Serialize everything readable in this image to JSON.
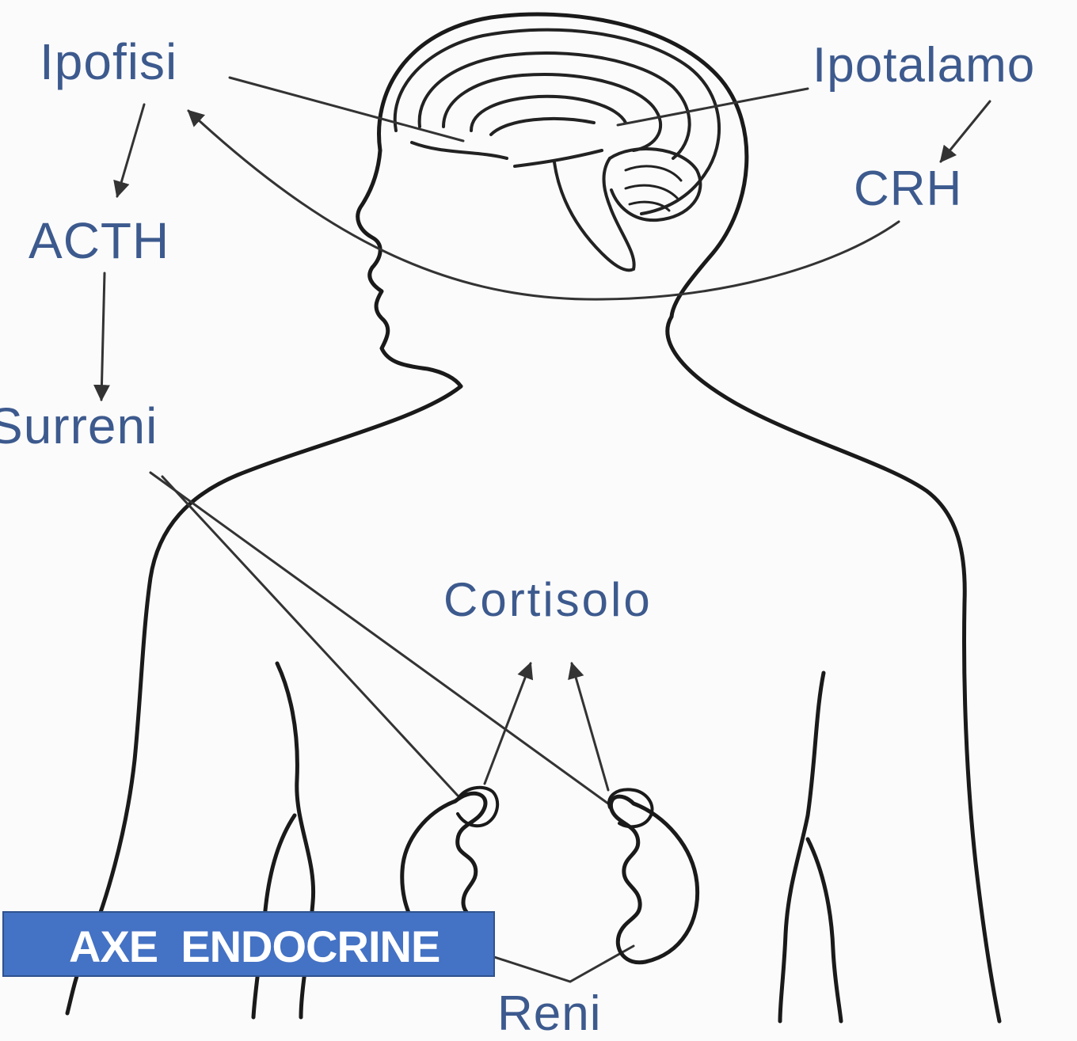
{
  "labels": {
    "ipofisi": "Ipofisi",
    "ipotalamo": "Ipotalamo",
    "crh": "CRH",
    "acth": "ACTH",
    "surreni": "Surreni",
    "cortisolo": "Cortisolo",
    "reni": "Reni"
  },
  "banner": {
    "text": "AXE  ENDOCRINE"
  },
  "colors": {
    "label_text": "#3d5a8e",
    "banner_background": "#4472c4",
    "banner_text": "#ffffff",
    "outline": "#1a1a1a",
    "arrows": "#333333"
  },
  "icons": {
    "brain": "brain-icon",
    "kidneys": "kidney-icon"
  }
}
